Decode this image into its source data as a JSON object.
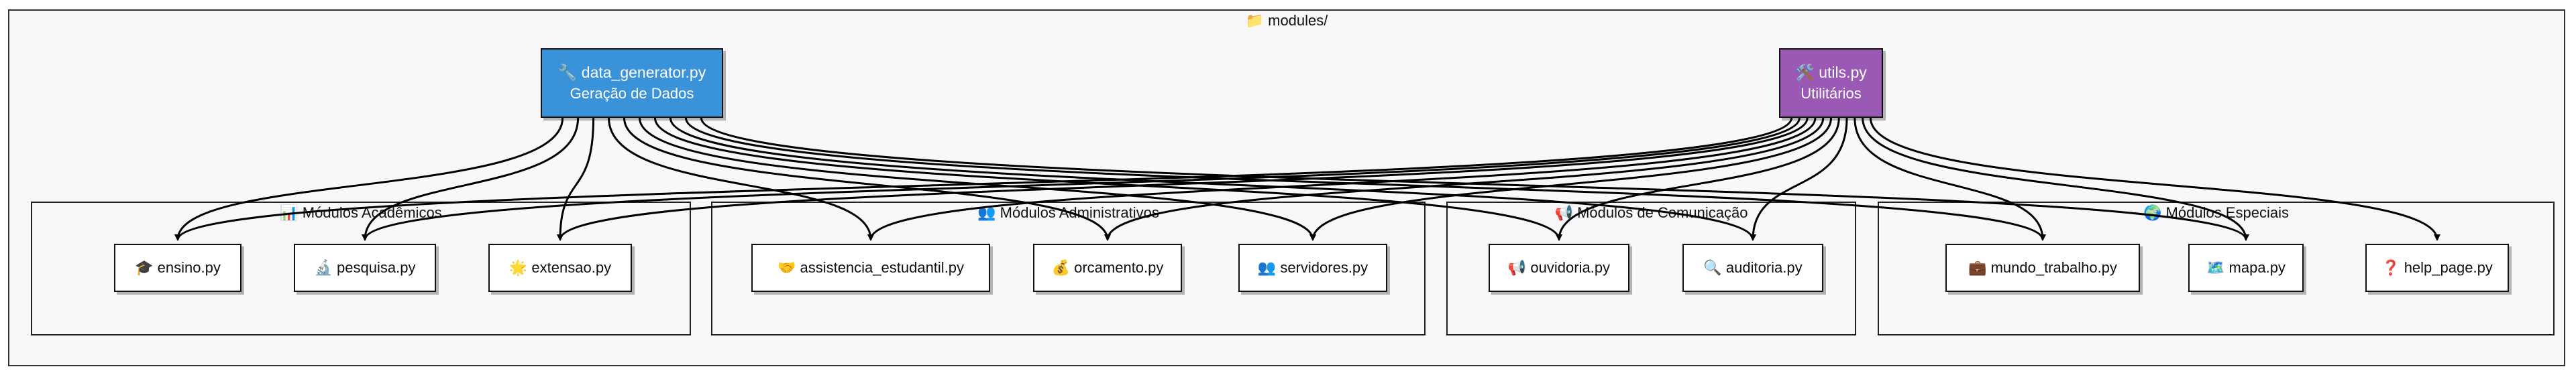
{
  "colors": {
    "data_generator": "#3a92d8",
    "utils": "#9b59b6",
    "edge": "#000000",
    "frame": "#222222"
  },
  "container": {
    "label": "📁 modules/"
  },
  "sources": {
    "data_generator": {
      "line1": "🔧 data_generator.py",
      "line2": "Geração de Dados"
    },
    "utils": {
      "line1": "🛠️ utils.py",
      "line2": "Utilitários"
    }
  },
  "groups": {
    "academicos": "📊 Módulos Acadêmicos",
    "administrativos": "👥 Módulos Administrativos",
    "comunicacao": "📢 Módulos de Comunicação",
    "especiais": "🌍 Módulos Especiais"
  },
  "modules": {
    "ensino": "🎓 ensino.py",
    "pesquisa": "🔬 pesquisa.py",
    "extensao": "🌟 extensao.py",
    "assistencia": "🤝 assistencia_estudantil.py",
    "orcamento": "💰 orcamento.py",
    "servidores": "👥 servidores.py",
    "ouvidoria": "📢 ouvidoria.py",
    "auditoria": "🔍 auditoria.py",
    "mundo_trabalho": "💼 mundo_trabalho.py",
    "mapa": "🗺️ mapa.py",
    "help_page": "❓ help_page.py"
  },
  "edges": [
    [
      "data_generator",
      "ensino"
    ],
    [
      "data_generator",
      "pesquisa"
    ],
    [
      "data_generator",
      "extensao"
    ],
    [
      "data_generator",
      "assistencia"
    ],
    [
      "data_generator",
      "orcamento"
    ],
    [
      "data_generator",
      "servidores"
    ],
    [
      "data_generator",
      "ouvidoria"
    ],
    [
      "data_generator",
      "auditoria"
    ],
    [
      "data_generator",
      "mundo_trabalho"
    ],
    [
      "data_generator",
      "mapa"
    ],
    [
      "utils",
      "ensino"
    ],
    [
      "utils",
      "pesquisa"
    ],
    [
      "utils",
      "extensao"
    ],
    [
      "utils",
      "assistencia"
    ],
    [
      "utils",
      "orcamento"
    ],
    [
      "utils",
      "servidores"
    ],
    [
      "utils",
      "ouvidoria"
    ],
    [
      "utils",
      "auditoria"
    ],
    [
      "utils",
      "mundo_trabalho"
    ],
    [
      "utils",
      "mapa"
    ],
    [
      "utils",
      "help_page"
    ]
  ]
}
